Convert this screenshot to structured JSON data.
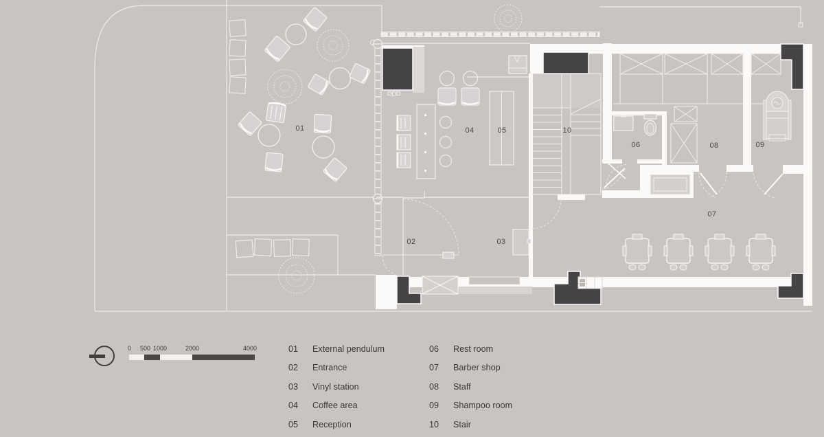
{
  "rooms": [
    {
      "number": "01",
      "label": "External pendulum"
    },
    {
      "number": "02",
      "label": "Entrance"
    },
    {
      "number": "03",
      "label": "Vinyl station"
    },
    {
      "number": "04",
      "label": "Coffee area"
    },
    {
      "number": "05",
      "label": "Reception"
    },
    {
      "number": "06",
      "label": "Rest room"
    },
    {
      "number": "07",
      "label": "Barber shop"
    },
    {
      "number": "08",
      "label": "Staff"
    },
    {
      "number": "09",
      "label": "Shampoo room"
    },
    {
      "number": "10",
      "label": "Stair"
    }
  ],
  "scale_bar": {
    "ticks": [
      "0",
      "500",
      "1000",
      "2000",
      "4000"
    ]
  },
  "colors": {
    "background": "#c8c4c2",
    "wall_white": "#fbfaf9",
    "structure_dark": "#454345",
    "furniture_fill": "#d6d3d2",
    "text": "#393734"
  }
}
